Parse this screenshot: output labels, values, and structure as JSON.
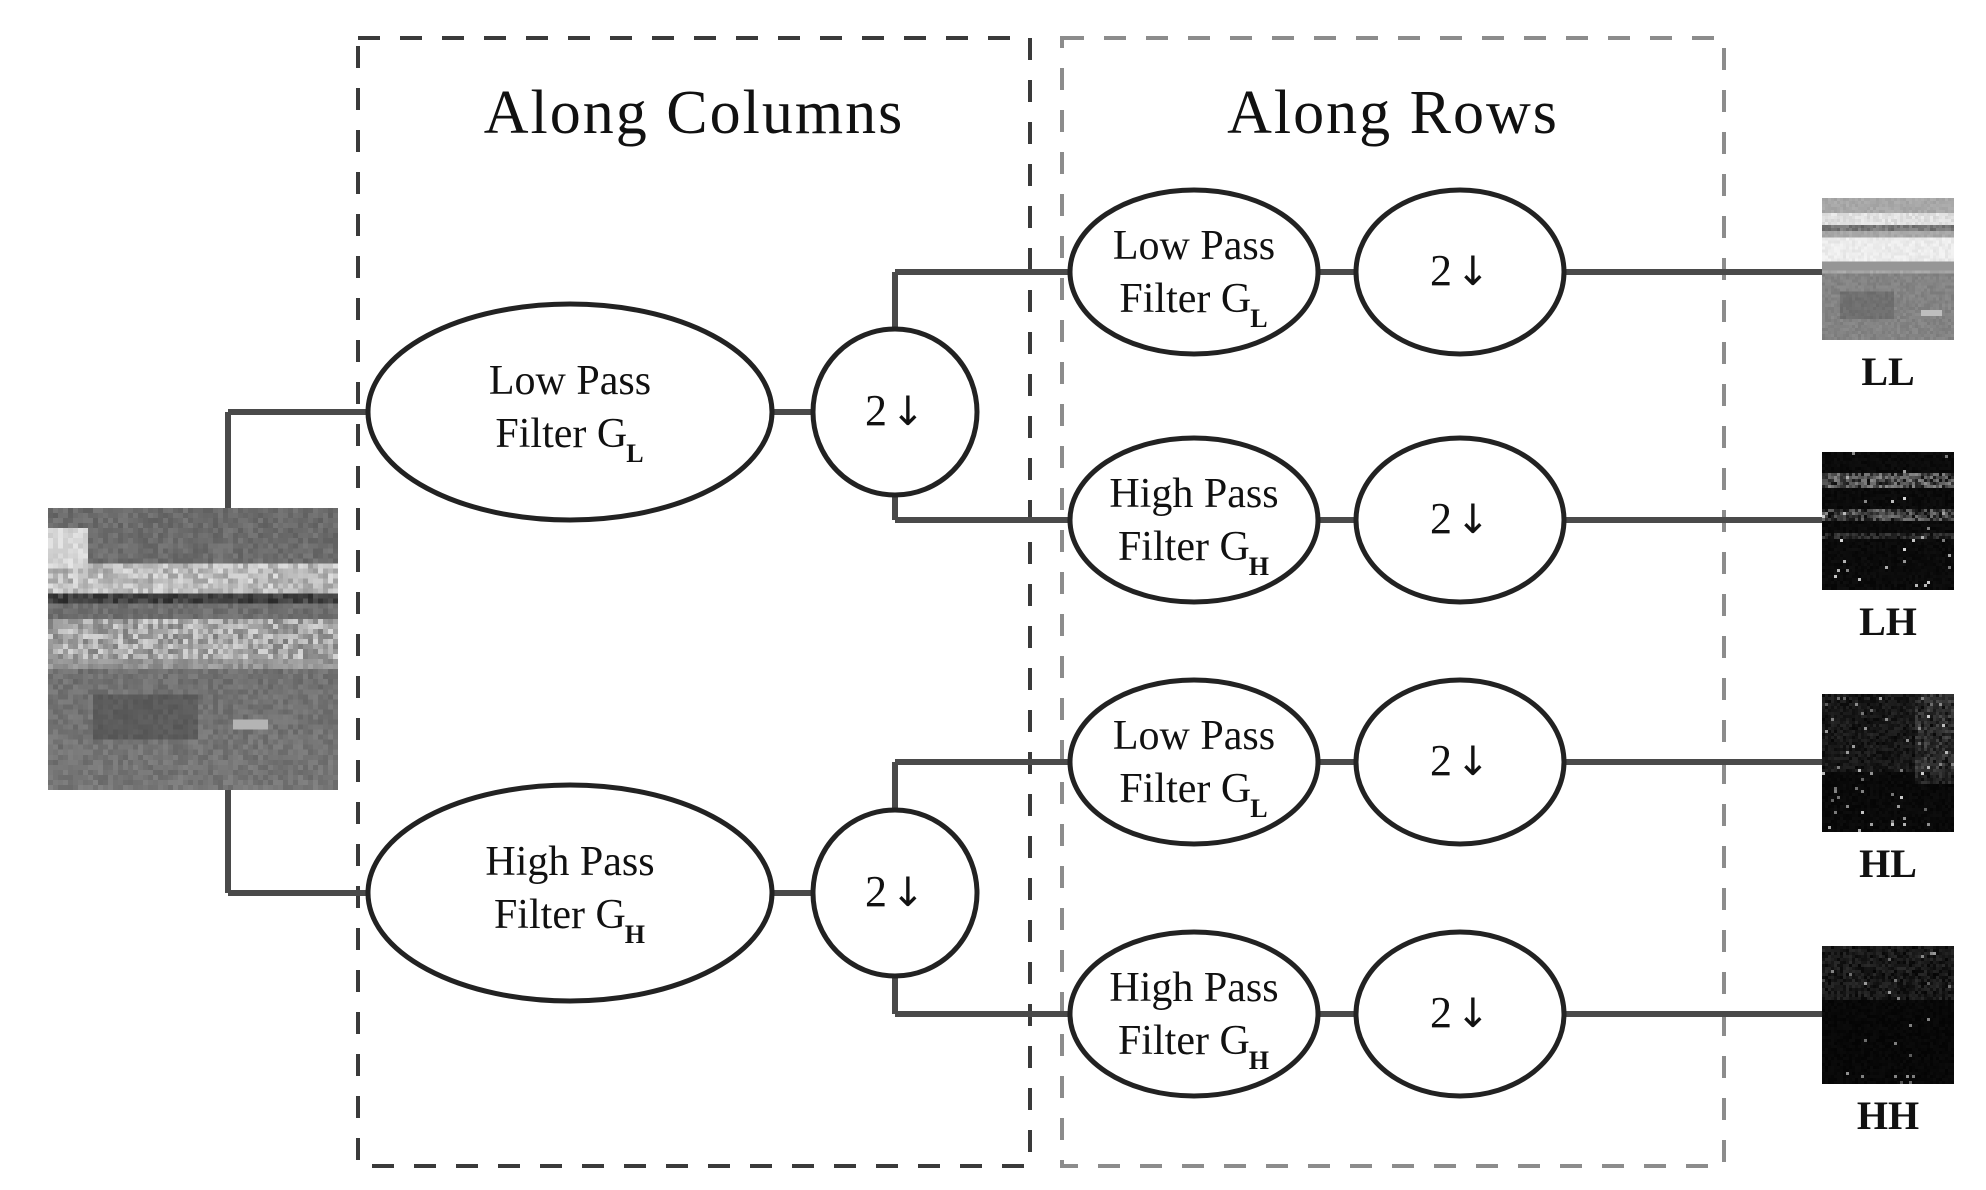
{
  "diagram": {
    "title": "2D Discrete Wavelet Transform filter bank",
    "panels": [
      {
        "id": "along-columns",
        "label": "Along Columns"
      },
      {
        "id": "along-rows",
        "label": "Along Rows"
      }
    ],
    "input": {
      "name": "input-image",
      "kind": "grayscale-aerial-thumbnail"
    },
    "stage1": [
      {
        "id": "col-low",
        "filter_line1": "Low Pass",
        "filter_line2": "Filter G",
        "filter_sub": "L",
        "downsample": "2",
        "downsample_arrow": "↓"
      },
      {
        "id": "col-high",
        "filter_line1": "High Pass",
        "filter_line2": "Filter G",
        "filter_sub": "H",
        "downsample": "2",
        "downsample_arrow": "↓"
      }
    ],
    "stage2": [
      {
        "id": "row-low-from-low",
        "filter_line1": "Low Pass",
        "filter_line2": "Filter G",
        "filter_sub": "L",
        "downsample": "2",
        "downsample_arrow": "↓",
        "output_label": "LL",
        "output_tone": "light"
      },
      {
        "id": "row-high-from-low",
        "filter_line1": "High Pass",
        "filter_line2": "Filter G",
        "filter_sub": "H",
        "downsample": "2",
        "downsample_arrow": "↓",
        "output_label": "LH",
        "output_tone": "dark-horizontal"
      },
      {
        "id": "row-low-from-high",
        "filter_line1": "Low Pass",
        "filter_line2": "Filter G",
        "filter_sub": "L",
        "downsample": "2",
        "downsample_arrow": "↓",
        "output_label": "HL",
        "output_tone": "dark-vertical"
      },
      {
        "id": "row-high-from-high",
        "filter_line1": "High Pass",
        "filter_line2": "Filter G",
        "filter_sub": "H",
        "downsample": "2",
        "downsample_arrow": "↓",
        "output_label": "HH",
        "output_tone": "dark-noise"
      }
    ],
    "colors": {
      "stroke": "#222222",
      "connector": "#4a4a4a",
      "dashed_border": "#3a3a3a",
      "dashed_border_light": "#8c8c8c",
      "text": "#111111",
      "background": "#ffffff"
    }
  }
}
